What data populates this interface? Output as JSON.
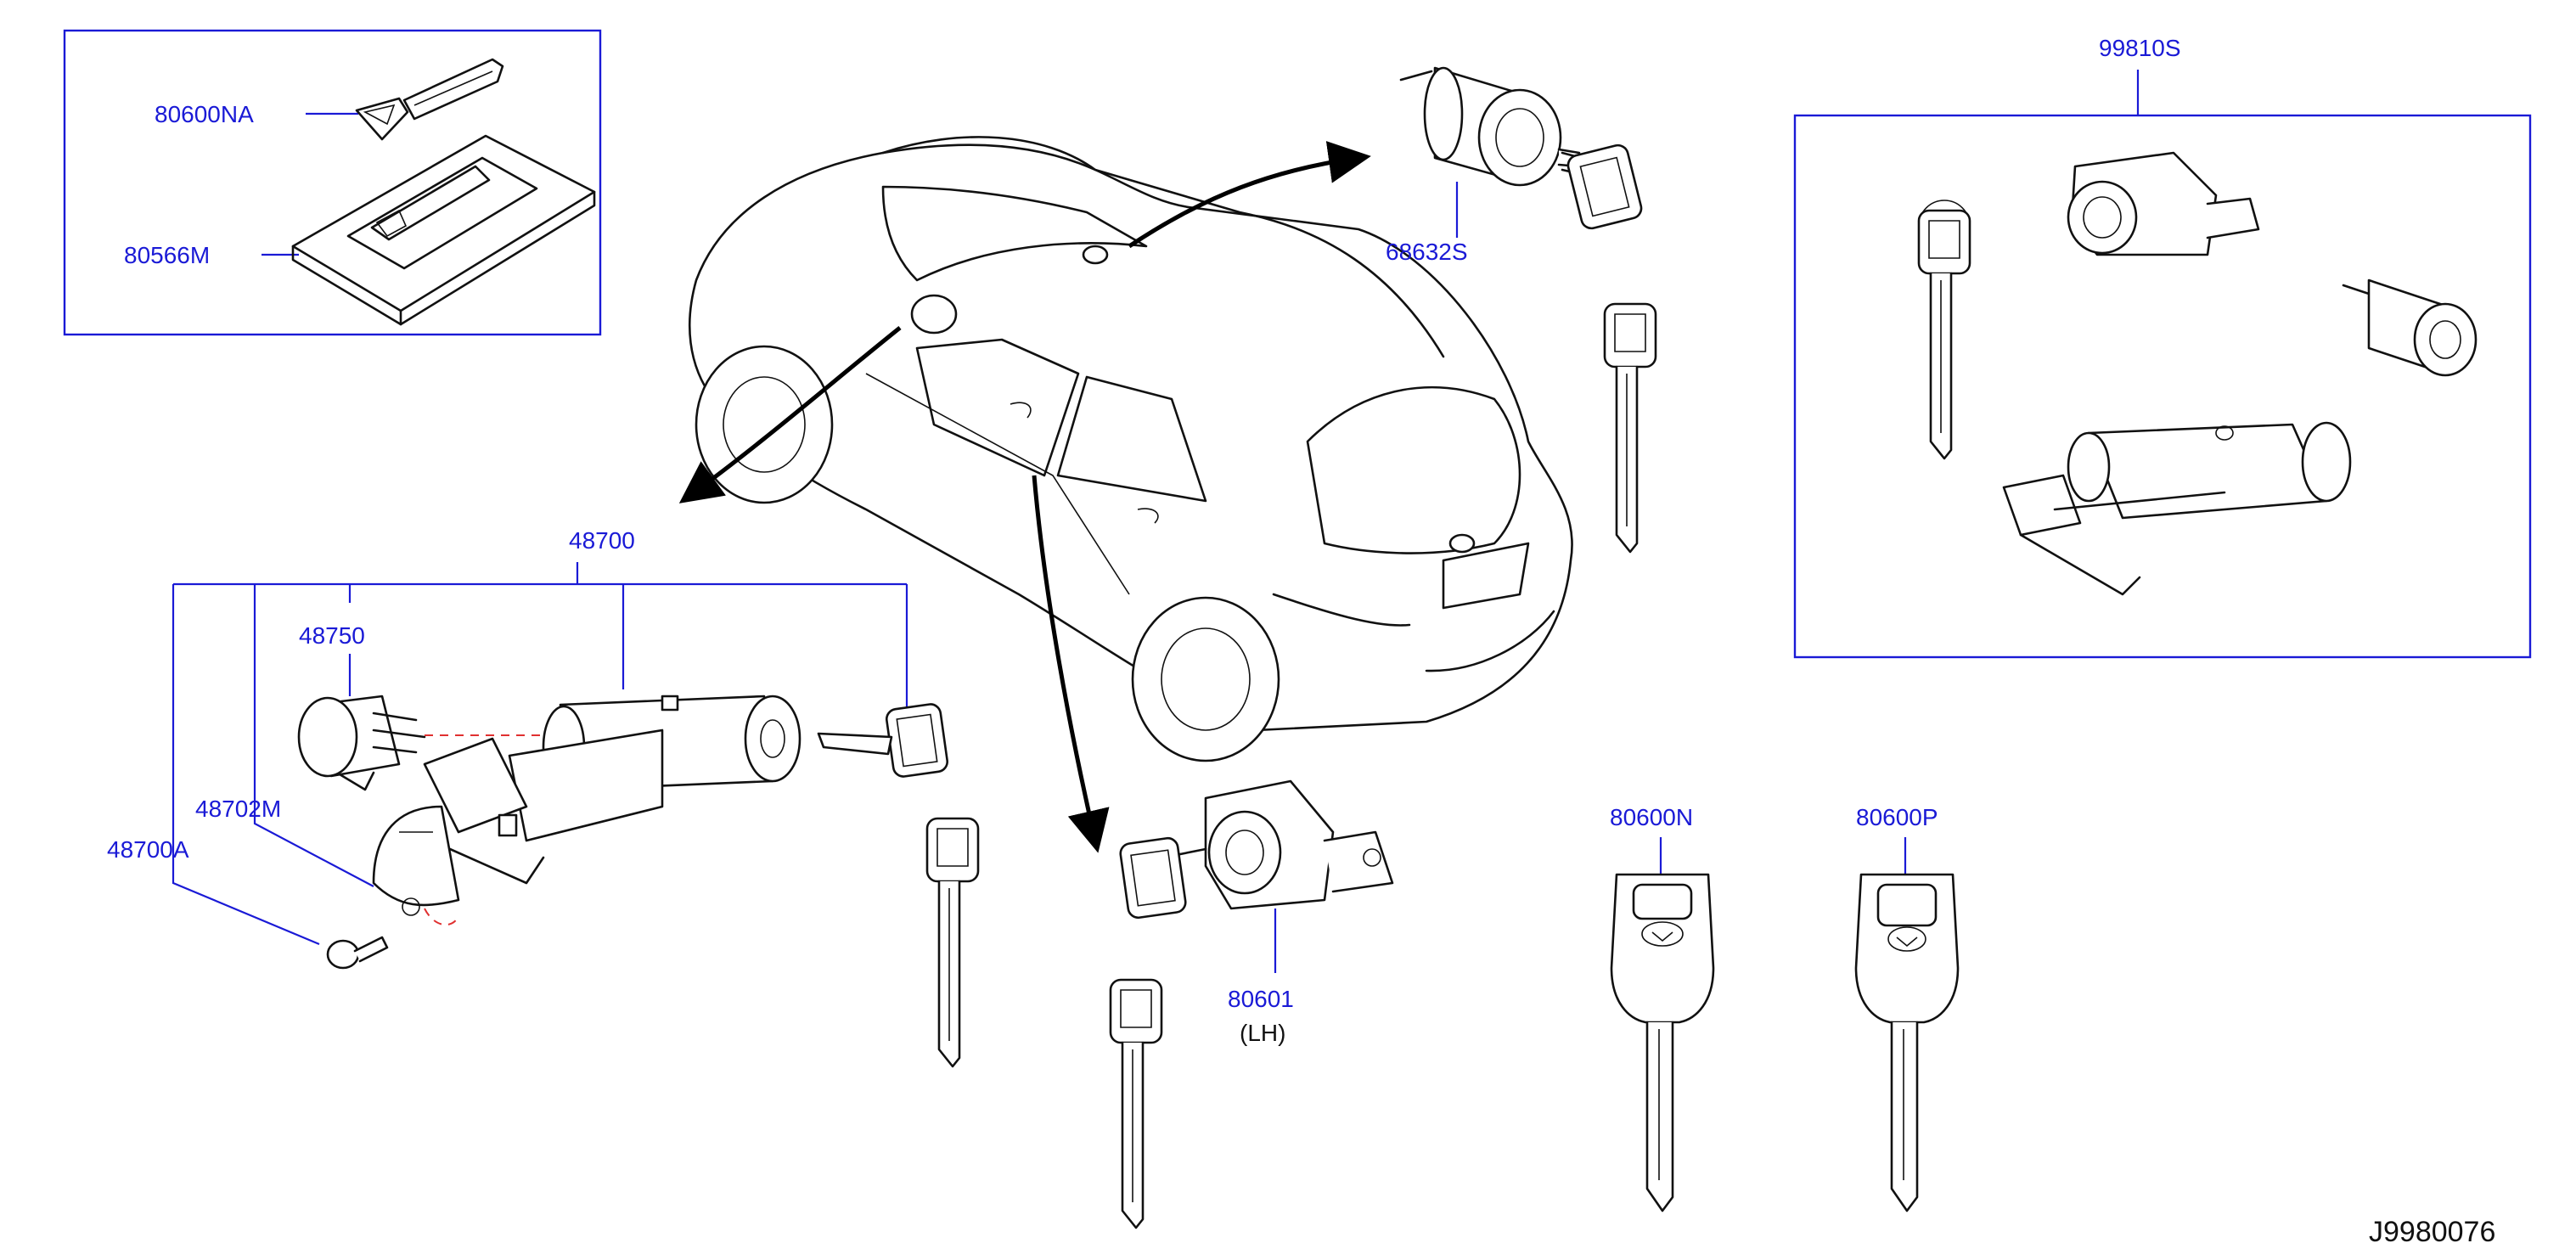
{
  "diagram_ref": "J9980076",
  "labels": {
    "p80600NA": "80600NA",
    "p80566M": "80566M",
    "p68632S": "68632S",
    "p99810S": "99810S",
    "p48700": "48700",
    "p48750": "48750",
    "p48702M": "48702M",
    "p48700A": "48700A",
    "p80601": "80601",
    "p80601_side": "(LH)",
    "p80600N": "80600N",
    "p80600P": "80600P"
  }
}
